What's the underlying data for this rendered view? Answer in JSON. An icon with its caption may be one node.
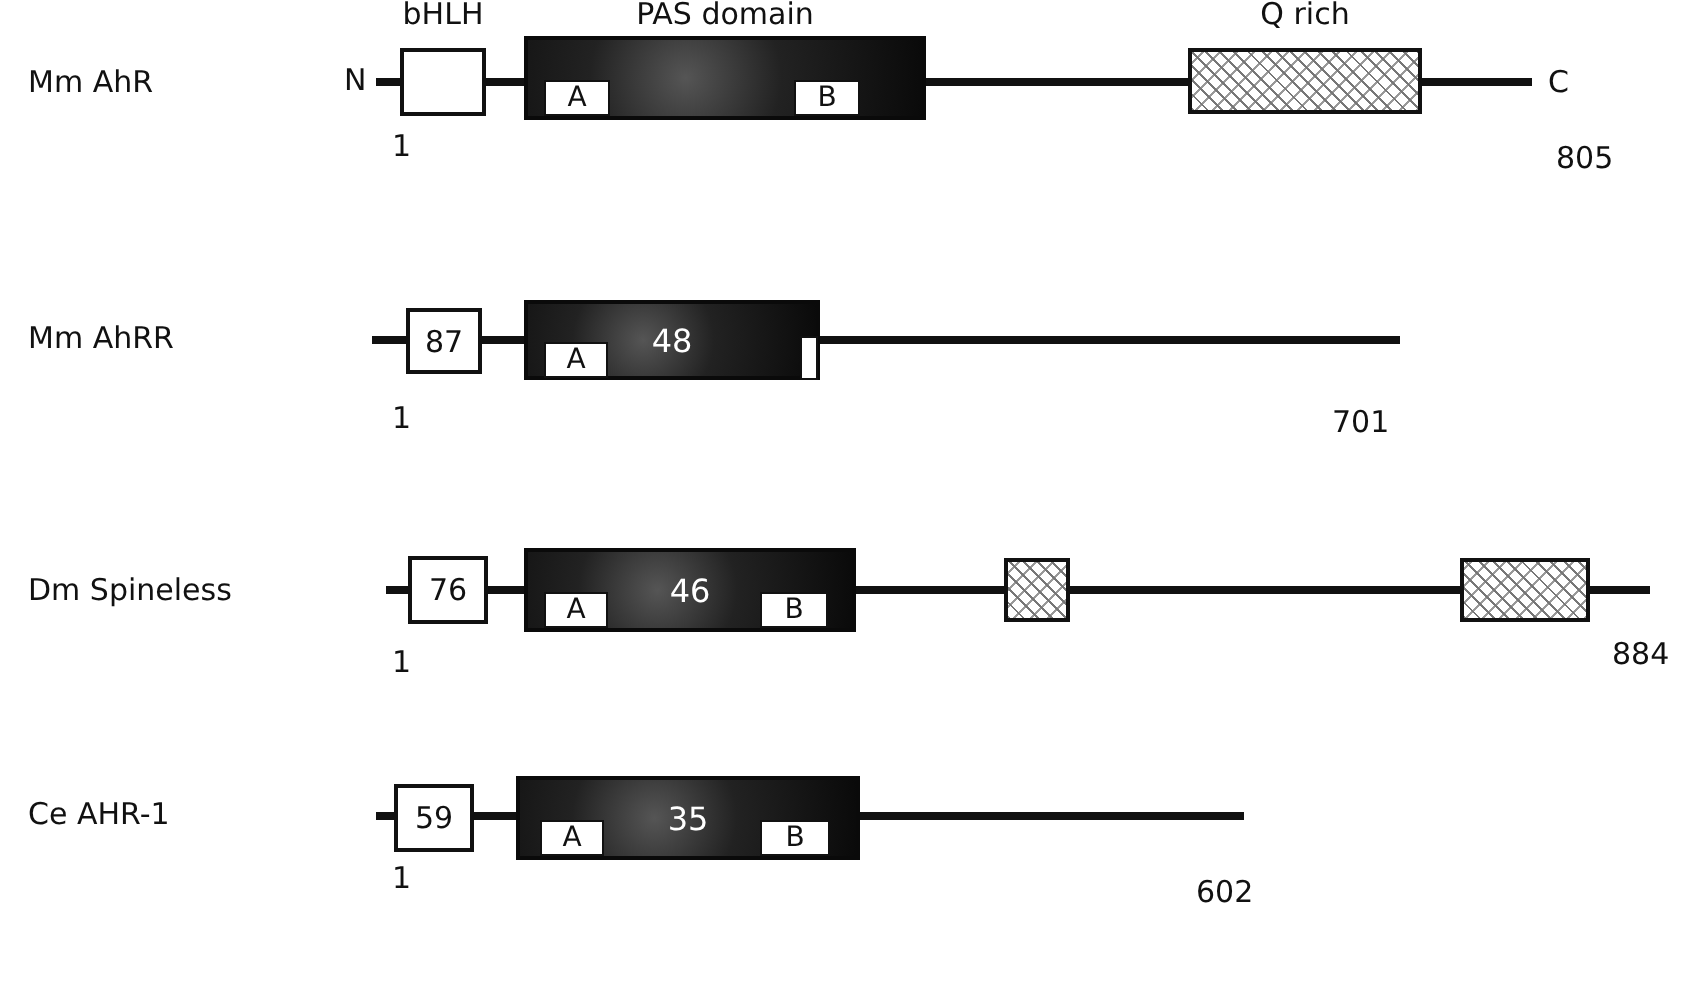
{
  "diagram": {
    "nodes": [
      {
        "text": [
          "bHLH"
        ]
      },
      {
        "text": [
          "PAS domain"
        ]
      },
      {
        "text": [
          "A"
        ],
        "in": 1
      },
      {
        "text": [
          "B"
        ],
        "in": 1
      },
      {
        "text": [
          "Q rich"
        ]
      },
      {
        "text": [
          "87"
        ]
      },
      {
        "text": [
          "48"
        ]
      },
      {
        "text": [
          "A"
        ],
        "in": 6
      },
      {
        "text": [],
        "shape": "box",
        "in": 6
      },
      {
        "text": [
          "76"
        ]
      },
      {
        "text": [
          "46"
        ]
      },
      {
        "text": [
          "A"
        ],
        "in": 10
      },
      {
        "text": [
          "B"
        ],
        "in": 10
      },
      {
        "text": [],
        "shape": "box"
      },
      {
        "text": [],
        "shape": "box"
      },
      {
        "text": [
          "59"
        ]
      },
      {
        "text": [
          "35"
        ]
      },
      {
        "text": [
          "A"
        ],
        "in": 16
      },
      {
        "text": [
          "B"
        ],
        "in": 16
      }
    ],
    "labels": [
      "Mm AhR",
      "N",
      "C",
      "1",
      "805",
      "Mm AhRR",
      "1",
      "701",
      "Dm Spineless",
      "1",
      "884",
      "Ce AHR-1",
      "1",
      "602"
    ]
  }
}
